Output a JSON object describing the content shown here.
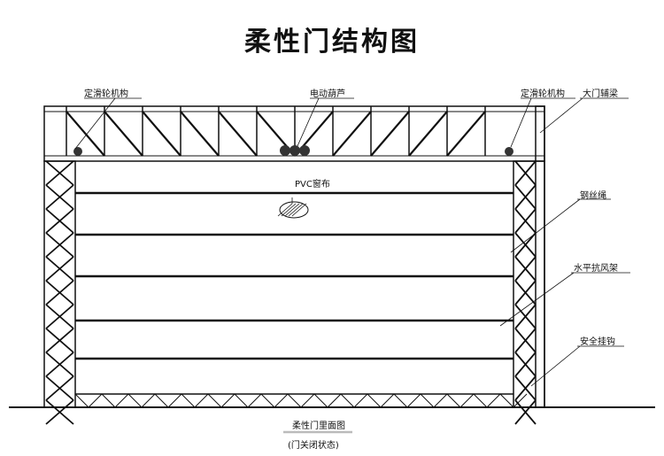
{
  "title": "柔性门结构图",
  "labels": {
    "fixed_pulley_left": "定滑轮机构",
    "electric_hoist": "电动葫芦",
    "fixed_pulley_right": "定滑轮机构",
    "main_beam": "大门辅梁",
    "wire_rope": "钢丝绳",
    "wind_frame": "水平抗风架",
    "safety_hook": "安全挂钩",
    "pvc": "PVC窗布"
  },
  "caption": {
    "main": "柔性门里面图",
    "sub": "(门关闭状态)"
  }
}
